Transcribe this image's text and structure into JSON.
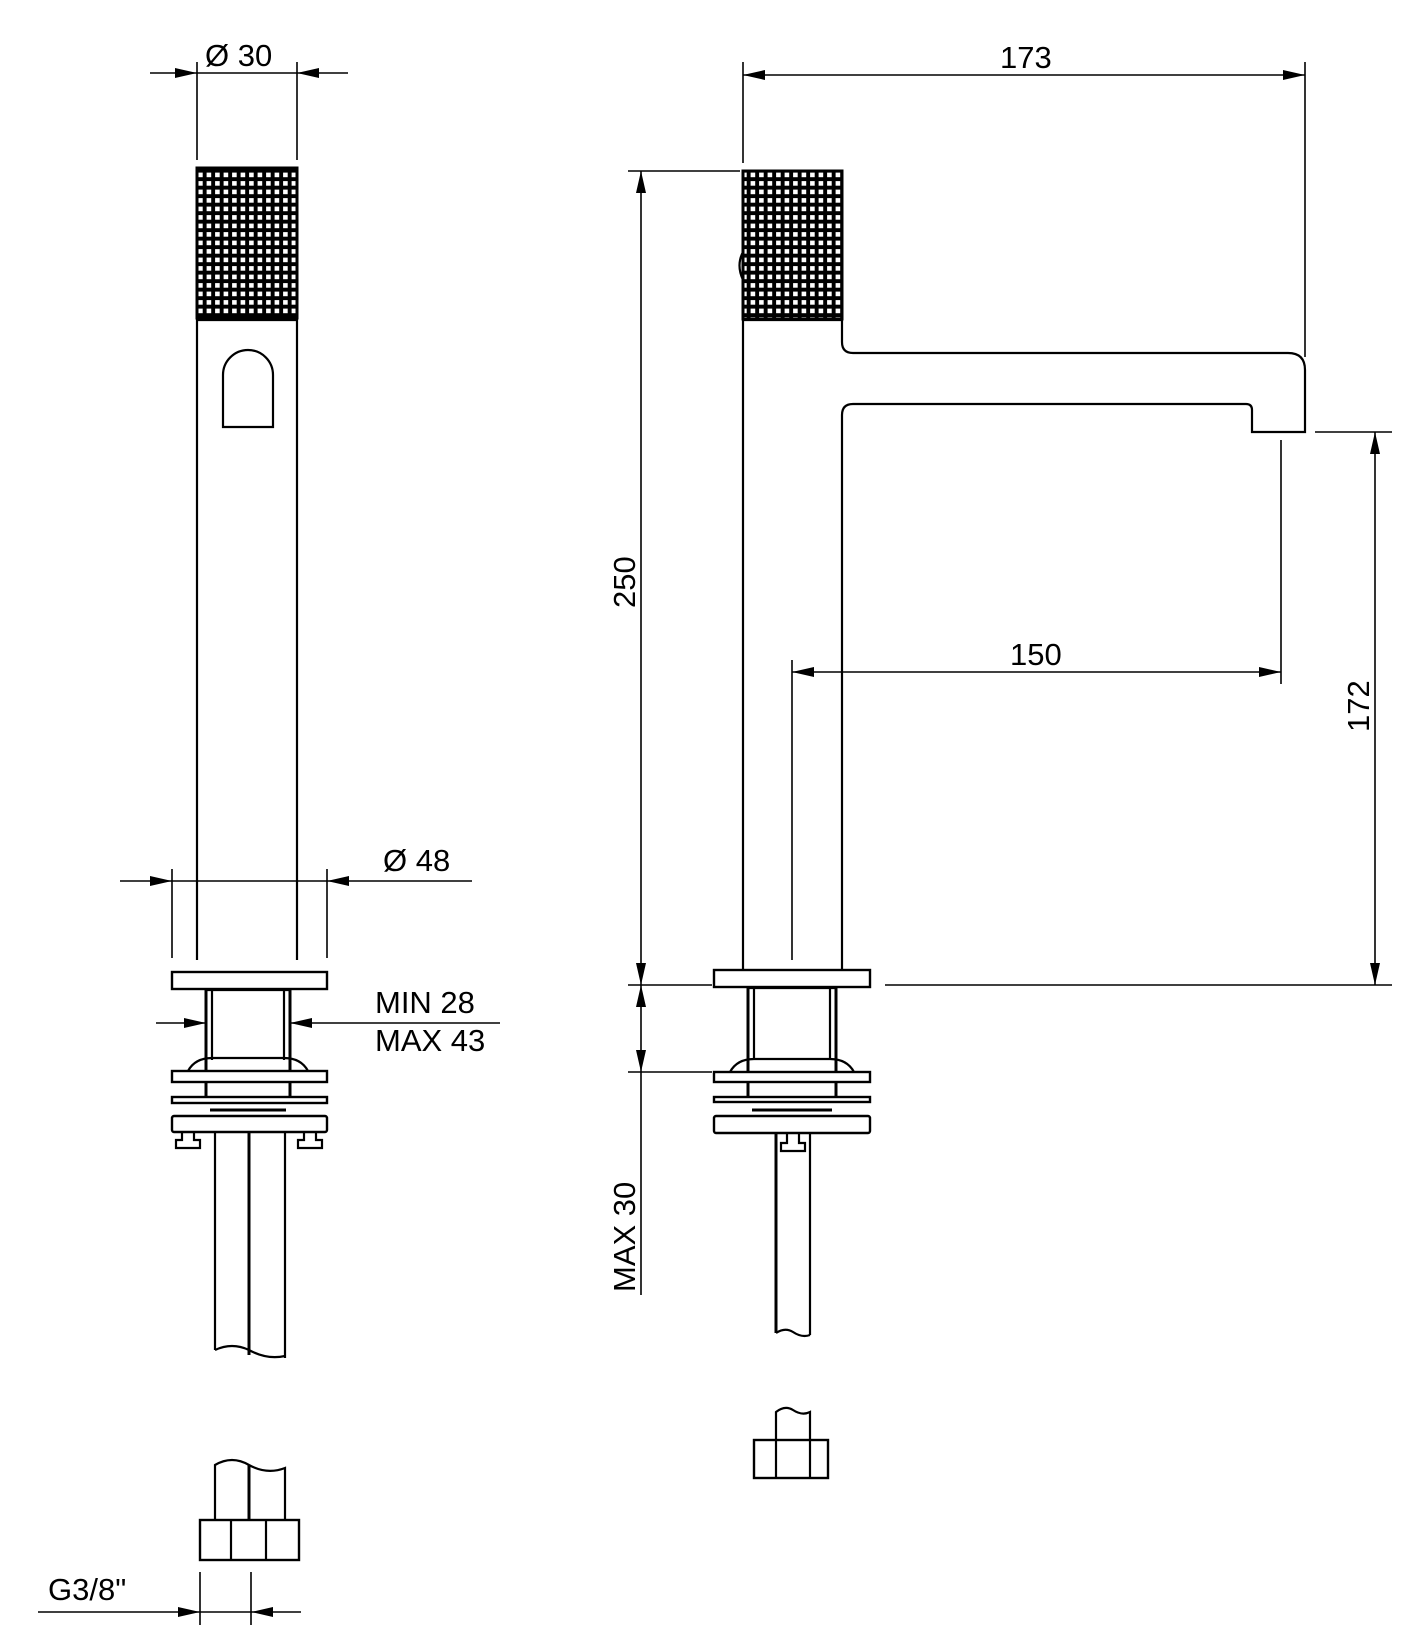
{
  "drawing": {
    "title": "Single-lever basin mixer technical drawing",
    "line_color": "#000000",
    "background": "#ffffff",
    "views": {
      "front": {
        "dimensions": {
          "handle_diameter": "Ø  30",
          "base_diameter": "Ø  48",
          "hole_min": "MIN 28",
          "hole_max": "MAX 43",
          "connection": "G3/8\""
        }
      },
      "side": {
        "dimensions": {
          "overall_height": "250",
          "overall_length": "173",
          "spout_reach": "150",
          "spout_height": "172",
          "deck_thickness": "MAX 30"
        }
      }
    }
  }
}
